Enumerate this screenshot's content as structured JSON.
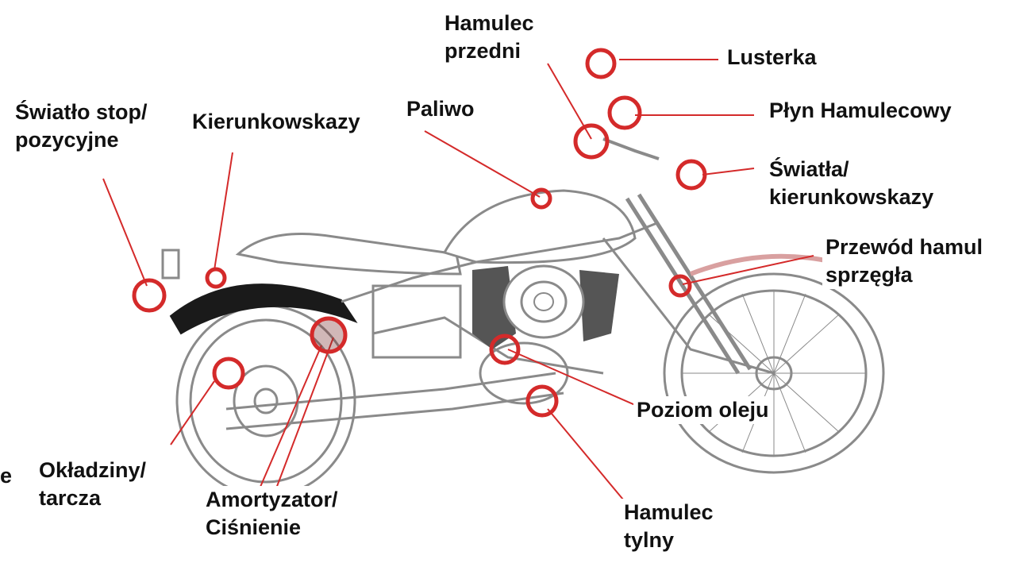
{
  "diagram": {
    "colors": {
      "callout": "#d42a2a",
      "outline": "#8a8a8a",
      "engine_dark": "#555555",
      "fender": "#1a1a1a",
      "text": "#111111"
    },
    "labels": {
      "swiatlo_stop": [
        "Światło stop/",
        "pozycyjne"
      ],
      "kierunkowskazy": [
        "Kierunkowskazy"
      ],
      "paliwo": [
        "Paliwo"
      ],
      "hamulec_przedni": [
        "Hamulec",
        "przedni"
      ],
      "lusterka": [
        "Lusterka"
      ],
      "plyn_hamulecowy": [
        "Płyn Hamulecowy"
      ],
      "swiatla_kierunkowskazy": [
        "Światła/",
        "kierunkowskazy"
      ],
      "przewod_hamul": [
        "Przewód hamul",
        "sprzęgła"
      ],
      "poziom_oleju": [
        "Poziom oleju"
      ],
      "hamulec_tylny": [
        "Hamulec",
        "tylny"
      ],
      "amortyzator": [
        "Amortyzator/",
        "Ciśnienie"
      ],
      "okladziny": [
        "Okładziny/",
        "tarcza"
      ],
      "cut_left": [
        "e"
      ]
    }
  }
}
